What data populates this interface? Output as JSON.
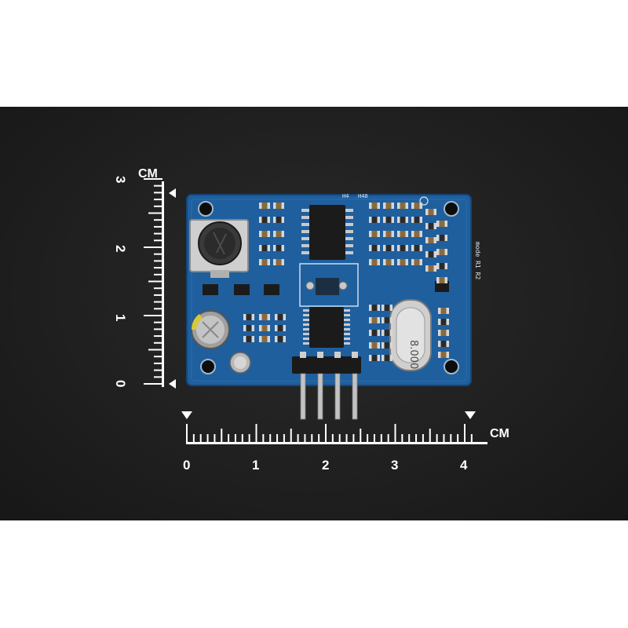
{
  "ruler": {
    "unit_vertical": "CM",
    "unit_horizontal": "CM",
    "vertical_labels": [
      "3",
      "2",
      "1",
      "0"
    ],
    "horizontal_labels": [
      "0",
      "1",
      "2",
      "3",
      "4"
    ]
  },
  "board": {
    "crystal_marking": "8.000",
    "silk_label_top_a": "H4",
    "silk_label_top_b": "H48",
    "silk_label_side": "mode R1 R2"
  },
  "colors": {
    "background": "#1f1f1f",
    "pcb": "#1f5f9e",
    "ruler_marks": "#ffffff"
  }
}
